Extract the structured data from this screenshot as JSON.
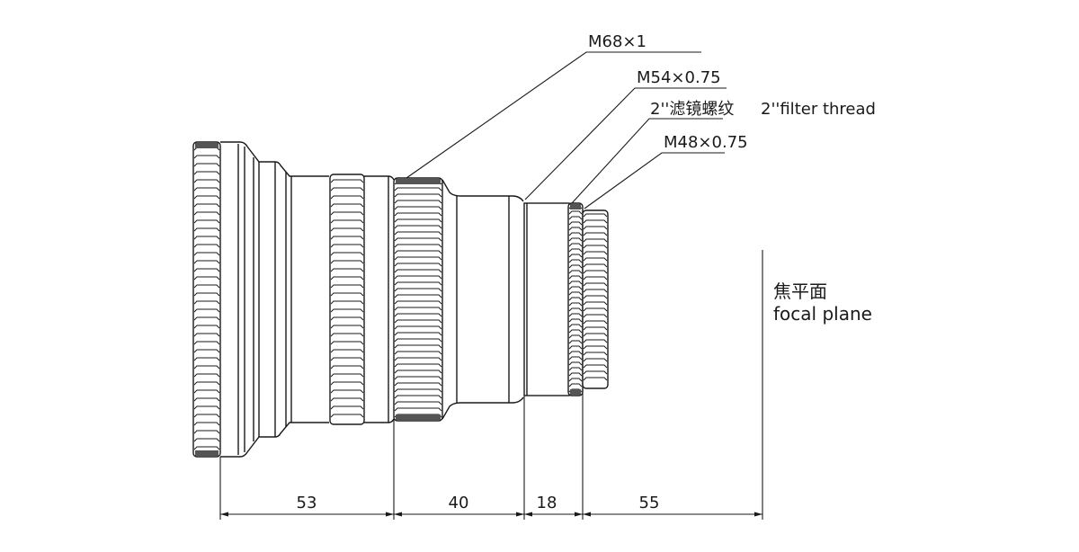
{
  "diagram": {
    "subject": "lens side-view dimension drawing",
    "callouts": [
      {
        "id": "m68",
        "label": "M68×1"
      },
      {
        "id": "m54",
        "label": "M54×0.75"
      },
      {
        "id": "filter",
        "label": "2''滤镜螺纹",
        "label_en": "2''filter thread"
      },
      {
        "id": "m48",
        "label": "M48×0.75"
      }
    ],
    "focal_plane": {
      "label_cn": "焦平面",
      "label_en": "focal plane"
    },
    "dimensions": {
      "unit": "mm",
      "segments": [
        {
          "id": "seg1",
          "value": "53"
        },
        {
          "id": "seg2",
          "value": "40"
        },
        {
          "id": "seg3",
          "value": "18"
        },
        {
          "id": "seg4",
          "value": "55"
        }
      ]
    },
    "colors": {
      "line": "#1a1a1a",
      "background": "#ffffff",
      "knurl_dark": "#555555"
    }
  }
}
